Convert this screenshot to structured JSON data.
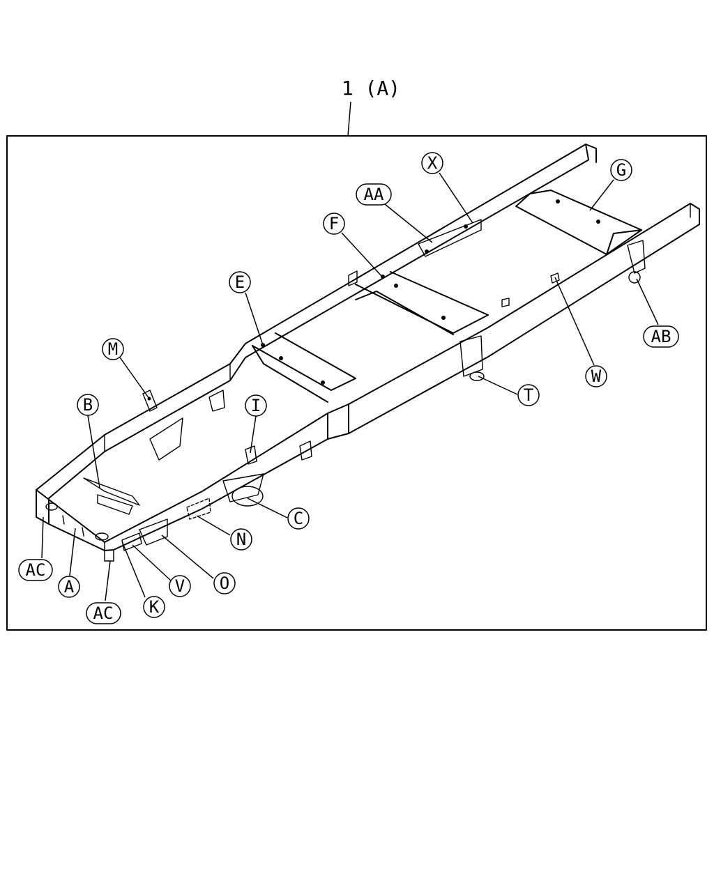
{
  "title": "1 (A)",
  "colors": {
    "ink": "#000000",
    "paper": "#ffffff"
  },
  "callouts": [
    {
      "id": "X",
      "label": "X"
    },
    {
      "id": "AA",
      "label": "AA"
    },
    {
      "id": "G",
      "label": "G"
    },
    {
      "id": "F",
      "label": "F"
    },
    {
      "id": "E",
      "label": "E"
    },
    {
      "id": "M",
      "label": "M"
    },
    {
      "id": "B",
      "label": "B"
    },
    {
      "id": "I",
      "label": "I"
    },
    {
      "id": "AB",
      "label": "AB"
    },
    {
      "id": "W",
      "label": "W"
    },
    {
      "id": "T",
      "label": "T"
    },
    {
      "id": "C",
      "label": "C"
    },
    {
      "id": "N",
      "label": "N"
    },
    {
      "id": "O",
      "label": "O"
    },
    {
      "id": "V",
      "label": "V"
    },
    {
      "id": "K",
      "label": "K"
    },
    {
      "id": "A",
      "label": "A"
    },
    {
      "id": "AC1",
      "label": "AC"
    },
    {
      "id": "AC2",
      "label": "AC"
    }
  ]
}
